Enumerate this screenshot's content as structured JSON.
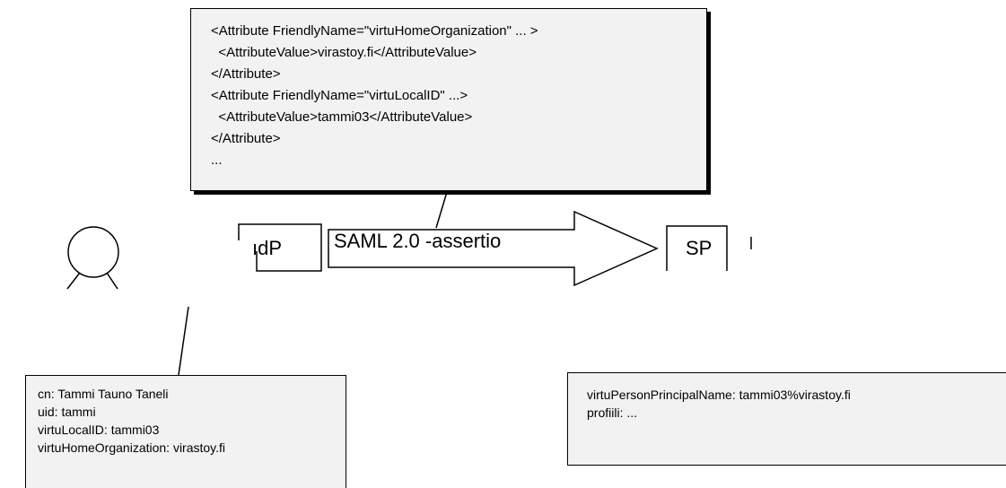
{
  "top_box": {
    "lines": [
      "<Attribute FriendlyName=\"virtuHomeOrganization\" ... >",
      "  <AttributeValue>virastoy.fi</AttributeValue>",
      "</Attribute>",
      "<Attribute FriendlyName=\"virtuLocalID\" ...>",
      "  <AttributeValue>tammi03</AttributeValue>",
      "</Attribute>",
      "..."
    ]
  },
  "idp_label": "ıdP",
  "assertion_label": "SAML 2.0 -assertio",
  "sp_label": "SP",
  "left_box": {
    "lines": [
      "cn: Tammi Tauno Taneli",
      "uid: tammi",
      "virtuLocalID: tammi03",
      "virtuHomeOrganization: virastoy.fi"
    ]
  },
  "right_box": {
    "lines": [
      "virtuPersonPrincipalName: tammi03%virastoy.fi",
      "profiili: ..."
    ]
  }
}
